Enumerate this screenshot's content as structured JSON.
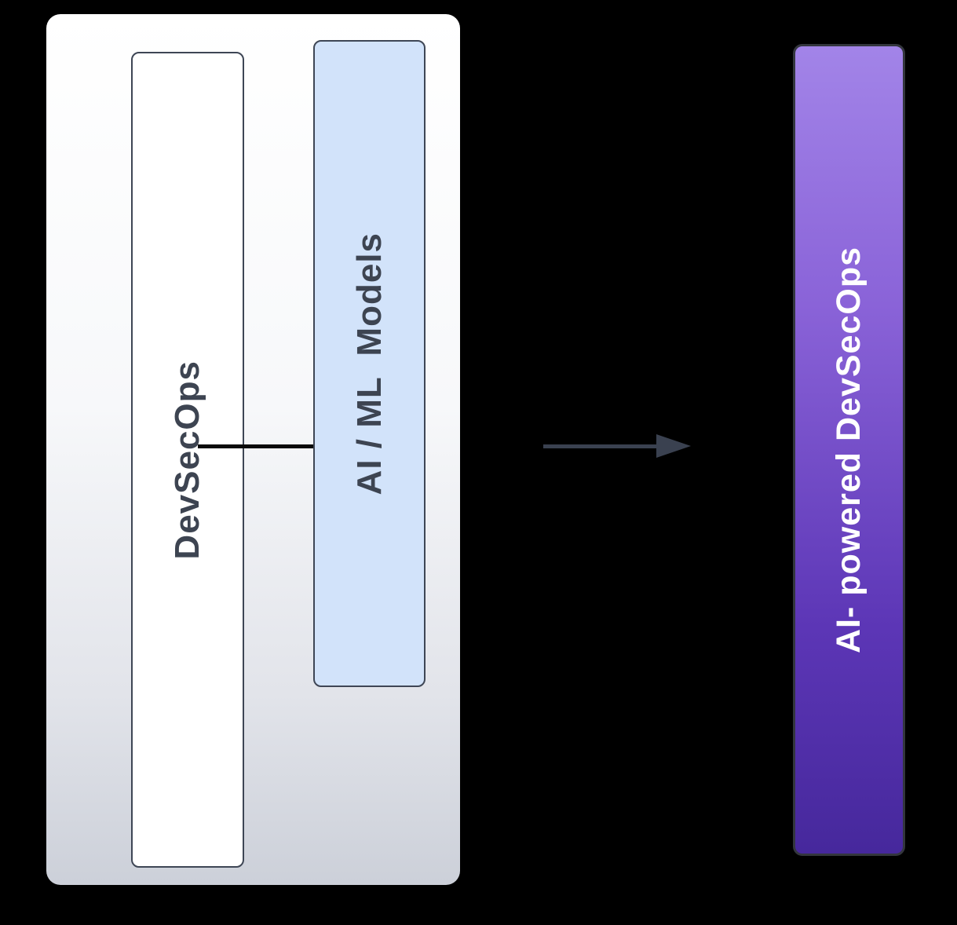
{
  "scene": {
    "type": "diagram",
    "background_color": "#000000",
    "panel": {
      "gradient_top": "#ffffff",
      "gradient_bottom": "#ccd0d9"
    },
    "boxes": {
      "devsecops": {
        "label": "DevSecOps",
        "fill": "#ffffff",
        "border_color": "#3e4655",
        "text_color": "#3d4451",
        "text_rotation": "bottom-to-top"
      },
      "aiml": {
        "label": "AI / ML  Models",
        "fill": "#d2e3fa",
        "border_color": "#3e4655",
        "text_color": "#3d4451",
        "text_rotation": "bottom-to-top"
      },
      "result": {
        "label": "AI- powered DevSecOps",
        "gradient_top": "#a284e8",
        "gradient_bottom": "#46289c",
        "border_color": "#33363d",
        "text_color": "#ffffff",
        "text_rotation": "bottom-to-top"
      }
    },
    "connector": {
      "color": "#0a0a0a",
      "from": "devsecops",
      "to": "aiml"
    },
    "arrow": {
      "color": "#3a4150",
      "direction": "right",
      "from": "panel",
      "to": "result"
    }
  }
}
